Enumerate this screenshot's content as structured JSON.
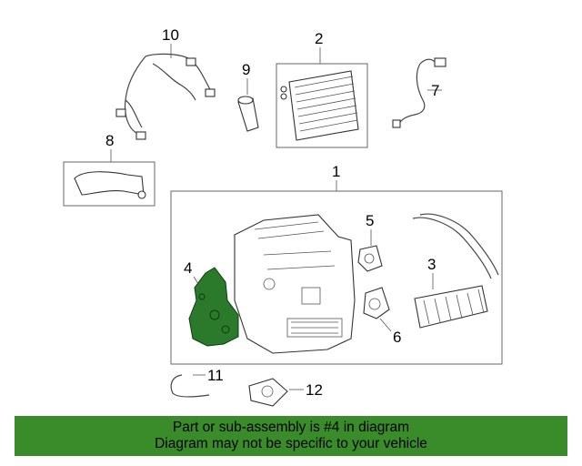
{
  "callouts": [
    "1",
    "2",
    "3",
    "4",
    "5",
    "6",
    "7",
    "8",
    "9",
    "10",
    "11",
    "12"
  ],
  "banner": {
    "line1": "Part or sub-assembly is #4 in diagram",
    "line2": "Diagram may not be specific to your vehicle"
  },
  "colors": {
    "highlight": "#2b7a2b",
    "banner": "#3a8b2a"
  }
}
